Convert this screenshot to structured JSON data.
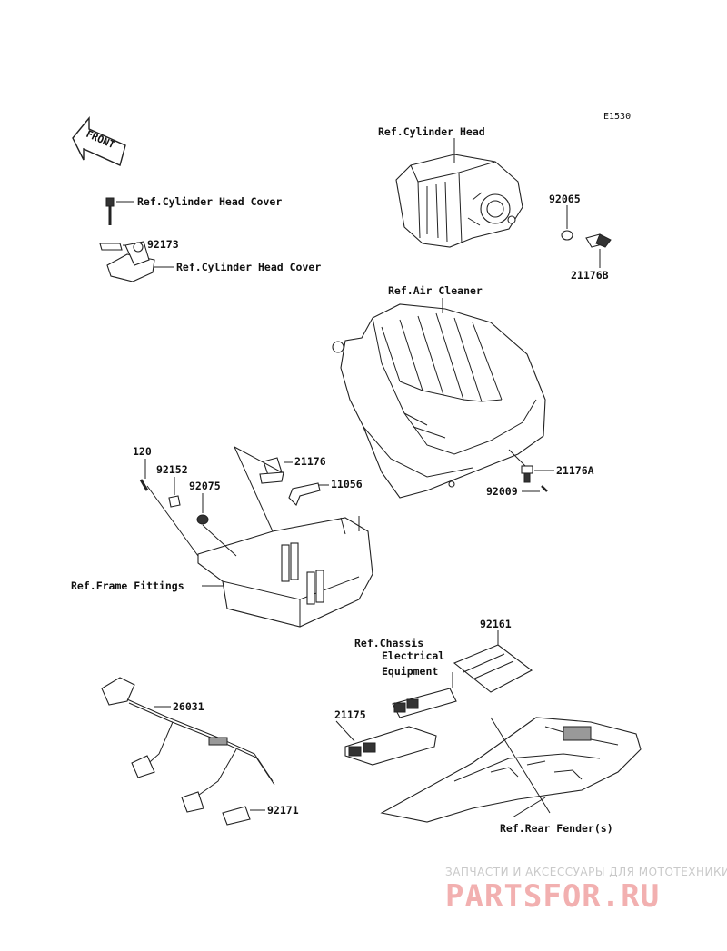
{
  "diagram_code": "E1530",
  "front_label": "FRONT",
  "labels": {
    "ref_cylinder_head": "Ref.Cylinder Head",
    "ref_cyl_head_cover_1": "Ref.Cylinder Head Cover",
    "ref_cyl_head_cover_2": "Ref.Cylinder Head Cover",
    "ref_air_cleaner": "Ref.Air Cleaner",
    "ref_frame_fittings": "Ref.Frame Fittings",
    "ref_chassis_1": "Ref.Chassis",
    "ref_chassis_2": "Electrical",
    "ref_chassis_3": "Equipment",
    "ref_rear_fender": "Ref.Rear Fender(s)"
  },
  "parts": {
    "p92065": "92065",
    "p21176B": "21176B",
    "p92173": "92173",
    "p120": "120",
    "p92152": "92152",
    "p92075": "92075",
    "p21176": "21176",
    "p11056": "11056",
    "p21176A": "21176A",
    "p92009": "92009",
    "p92161": "92161",
    "p21175": "21175",
    "p26031": "26031",
    "p92171": "92171"
  },
  "watermark": {
    "top": "ЗАПЧАСТИ И АКСЕССУАРЫ ДЛЯ МОТОТЕХНИКИ",
    "brand": "PARTSFOR.RU"
  }
}
